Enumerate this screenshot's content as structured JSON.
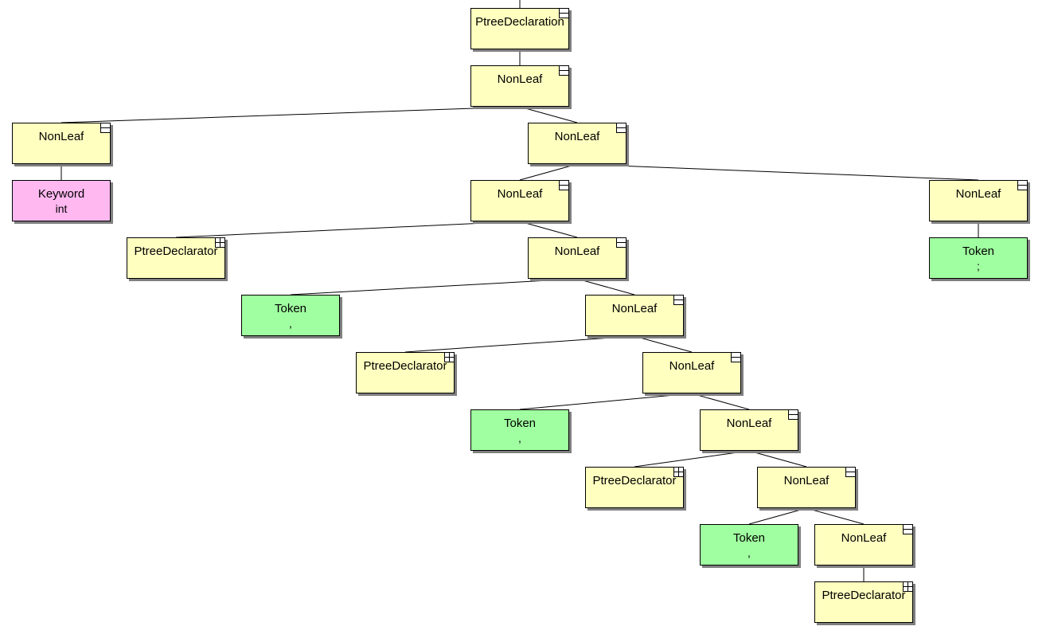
{
  "diagram": {
    "nodes": [
      {
        "id": "n0",
        "title": "PtreeDeclaration",
        "sub": "",
        "kind": "nonleaf",
        "toggle": "collapse"
      },
      {
        "id": "n1",
        "title": "NonLeaf",
        "sub": "",
        "kind": "nonleaf",
        "toggle": "collapse"
      },
      {
        "id": "n2",
        "title": "NonLeaf",
        "sub": "",
        "kind": "nonleaf",
        "toggle": "collapse"
      },
      {
        "id": "n3",
        "title": "NonLeaf",
        "sub": "",
        "kind": "nonleaf",
        "toggle": "collapse"
      },
      {
        "id": "n4",
        "title": "Keyword",
        "sub": "int",
        "kind": "keyword",
        "toggle": "none"
      },
      {
        "id": "n5",
        "title": "NonLeaf",
        "sub": "",
        "kind": "nonleaf",
        "toggle": "collapse"
      },
      {
        "id": "n6",
        "title": "NonLeaf",
        "sub": "",
        "kind": "nonleaf",
        "toggle": "collapse"
      },
      {
        "id": "n7",
        "title": "PtreeDeclarator",
        "sub": "",
        "kind": "ptree",
        "toggle": "expand"
      },
      {
        "id": "n8",
        "title": "NonLeaf",
        "sub": "",
        "kind": "nonleaf",
        "toggle": "collapse"
      },
      {
        "id": "n9",
        "title": "Token",
        "sub": ";",
        "kind": "token",
        "toggle": "none"
      },
      {
        "id": "n10",
        "title": "Token",
        "sub": ",",
        "kind": "token",
        "toggle": "none"
      },
      {
        "id": "n11",
        "title": "NonLeaf",
        "sub": "",
        "kind": "nonleaf",
        "toggle": "collapse"
      },
      {
        "id": "n12",
        "title": "PtreeDeclarator",
        "sub": "",
        "kind": "ptree",
        "toggle": "expand"
      },
      {
        "id": "n13",
        "title": "NonLeaf",
        "sub": "",
        "kind": "nonleaf",
        "toggle": "collapse"
      },
      {
        "id": "n14",
        "title": "Token",
        "sub": ",",
        "kind": "token",
        "toggle": "none"
      },
      {
        "id": "n15",
        "title": "NonLeaf",
        "sub": "",
        "kind": "nonleaf",
        "toggle": "collapse"
      },
      {
        "id": "n16",
        "title": "PtreeDeclarator",
        "sub": "",
        "kind": "ptree",
        "toggle": "expand"
      },
      {
        "id": "n17",
        "title": "NonLeaf",
        "sub": "",
        "kind": "nonleaf",
        "toggle": "collapse"
      },
      {
        "id": "n18",
        "title": "Token",
        "sub": ",",
        "kind": "token",
        "toggle": "none"
      },
      {
        "id": "n19",
        "title": "NonLeaf",
        "sub": "",
        "kind": "nonleaf",
        "toggle": "collapse"
      },
      {
        "id": "n20",
        "title": "PtreeDeclarator",
        "sub": "",
        "kind": "ptree",
        "toggle": "expand"
      }
    ],
    "edges": [
      [
        "n0",
        "n1"
      ],
      [
        "n1",
        "n2"
      ],
      [
        "n1",
        "n3"
      ],
      [
        "n2",
        "n4"
      ],
      [
        "n3",
        "n5"
      ],
      [
        "n3",
        "n6"
      ],
      [
        "n5",
        "n7"
      ],
      [
        "n5",
        "n8"
      ],
      [
        "n6",
        "n9"
      ],
      [
        "n8",
        "n10"
      ],
      [
        "n8",
        "n11"
      ],
      [
        "n11",
        "n12"
      ],
      [
        "n11",
        "n13"
      ],
      [
        "n13",
        "n14"
      ],
      [
        "n13",
        "n15"
      ],
      [
        "n15",
        "n16"
      ],
      [
        "n15",
        "n17"
      ],
      [
        "n17",
        "n18"
      ],
      [
        "n17",
        "n19"
      ],
      [
        "n19",
        "n20"
      ]
    ],
    "colors": {
      "nonleaf": "#ffffc0",
      "token": "#a0ffa0",
      "keyword": "#ffb8f0",
      "border": "#000000",
      "shadow": "#808080"
    }
  }
}
